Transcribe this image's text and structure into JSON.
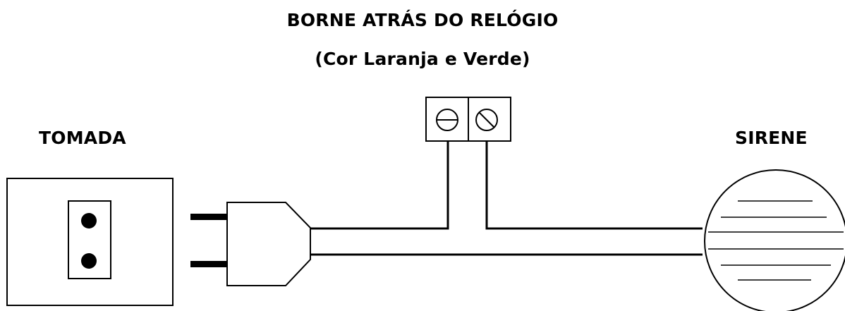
{
  "terminal": {
    "title": "BORNE ATRÁS DO RELÓGIO",
    "subtitle": "(Cor Laranja e Verde)"
  },
  "outlet": {
    "label": "TOMADA"
  },
  "siren": {
    "label": "SIRENE"
  },
  "colors": {
    "stroke": "#000000",
    "background": "#ffffff"
  }
}
